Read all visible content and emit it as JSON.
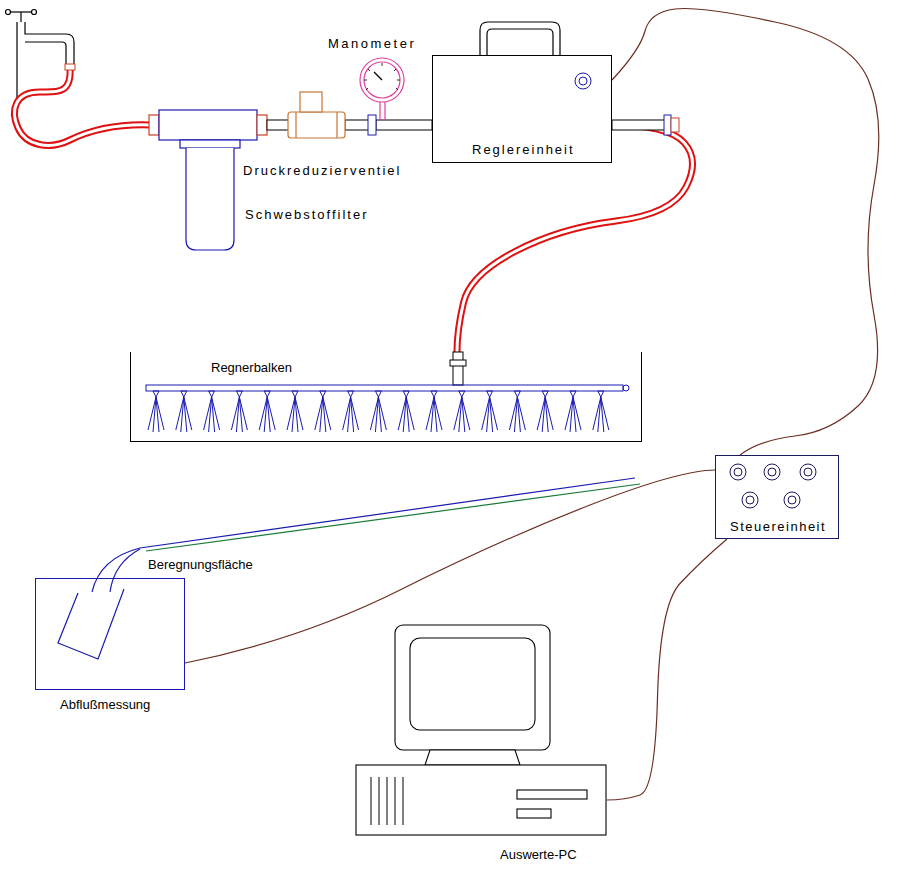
{
  "diagram": {
    "nodes": [
      {
        "text": [
          "Reglereinheit"
        ]
      },
      {
        "text": [
          "Regnerbalken"
        ]
      },
      {
        "text": [
          "Steuereinheit"
        ]
      },
      {
        "text": [
          "Abflußmessung"
        ]
      },
      {
        "text": [
          "Auswerte-PC"
        ]
      }
    ],
    "edges": [
      {
        "from": 0,
        "to": 1,
        "arrow": "none"
      },
      {
        "from": 0,
        "to": 2,
        "arrow": "none"
      },
      {
        "from": 3,
        "to": 2,
        "arrow": "none"
      },
      {
        "from": 2,
        "to": 4,
        "arrow": "none"
      }
    ],
    "labels": [
      "Manometer",
      "Druckreduzierventiel",
      "Schwebstoffilter",
      "Beregnungsfläche"
    ]
  }
}
